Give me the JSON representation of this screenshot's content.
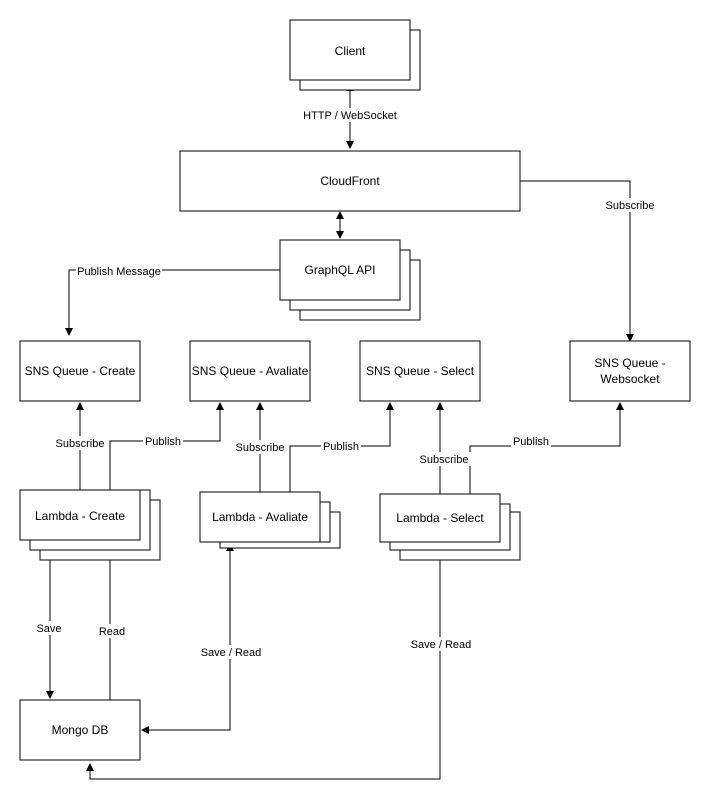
{
  "nodes": {
    "client": "Client",
    "cloudfront": "CloudFront",
    "graphql": "GraphQL API",
    "sns_create": "SNS Queue - Create",
    "sns_avaliate": "SNS Queue - Avaliate",
    "sns_select": "SNS Queue - Select",
    "sns_websocket_line1": "SNS Queue -",
    "sns_websocket_line2": "Websocket",
    "lambda_create": "Lambda - Create",
    "lambda_avaliate": "Lambda - Avaliate",
    "lambda_select": "Lambda - Select",
    "mongo": "Mongo DB"
  },
  "edges": {
    "http_websocket": "HTTP / WebSocket",
    "subscribe_cloudfront": "Subscribe",
    "publish_message": "Publish Message",
    "subscribe_create": "Subscribe",
    "publish_create": "Publish",
    "subscribe_avaliate": "Subscribe",
    "publish_avaliate": "Publish",
    "subscribe_select": "Subscribe",
    "publish_select": "Publish",
    "save_create": "Save",
    "read_create": "Read",
    "save_read_avaliate": "Save / Read",
    "save_read_select": "Save / Read"
  }
}
